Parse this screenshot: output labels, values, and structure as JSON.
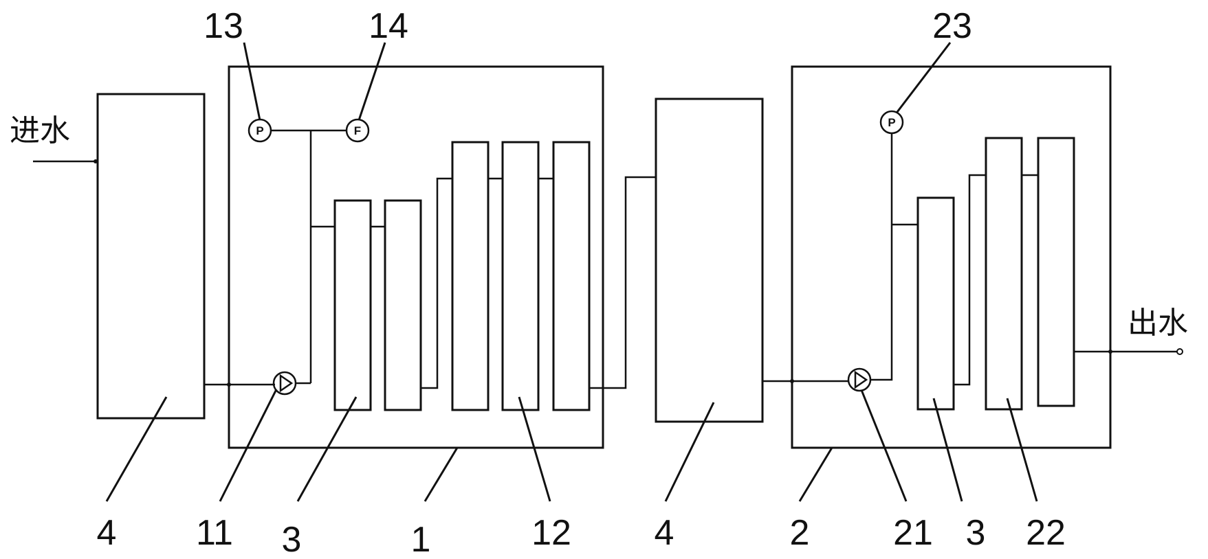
{
  "labels": {
    "inlet": "进水",
    "outlet": "出水",
    "tank_left": "4",
    "pump_1": "11",
    "module_left": "3",
    "unit_1": "1",
    "modules_group_1": "12",
    "tank_middle": "4",
    "unit_2": "2",
    "pump_2": "21",
    "module_right": "3",
    "modules_group_2": "22",
    "pressure_gauge_1": "13",
    "flow_meter_1": "14",
    "pressure_gauge_2": "23"
  },
  "gauges": {
    "pressure_symbol": "P",
    "flow_symbol": "F"
  }
}
